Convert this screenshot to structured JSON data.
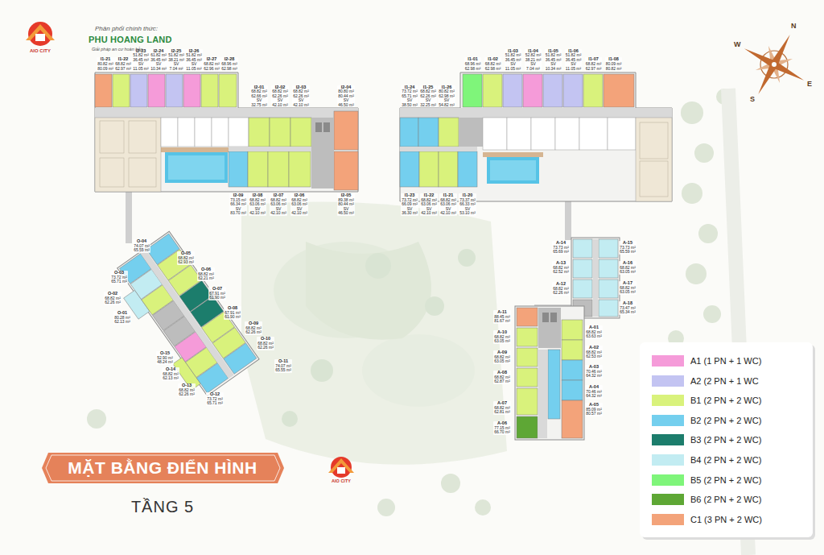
{
  "diagram": {
    "title": "MẶT BẰNG ĐIỂN HÌNH",
    "nodes": [
      {
        "text": [
          "I1-21",
          "80.82 m²",
          "80.09 m²"
        ]
      },
      {
        "text": [
          "I1-22",
          "68.82 m²",
          "62.97 m²"
        ]
      },
      {
        "text": [
          "I2-23",
          "51.82 m²",
          "36.45 m²",
          "SV",
          "11.05 m²"
        ]
      },
      {
        "text": [
          "I2-24",
          "61.82 m²",
          "36.45 m²",
          "SV",
          "10.34 m²"
        ]
      },
      {
        "text": [
          "I2-25",
          "51.82 m²",
          "38.21 m²",
          "SV",
          "7.04 m²"
        ]
      },
      {
        "text": [
          "I2-26",
          "51.82 m²",
          "36.45 m²",
          "SV",
          "11.05 m²"
        ]
      },
      {
        "text": [
          "I2-27",
          "68.82 m²",
          "62.96 m²"
        ]
      },
      {
        "text": [
          "I2-28",
          "68.96 m²",
          "62.98 m²"
        ]
      },
      {
        "text": [
          "I2-01",
          "68.82 m²",
          "62.66 m²",
          "SV",
          "32.75 m²"
        ]
      },
      {
        "text": [
          "I2-02",
          "68.82 m²",
          "62.26 m²",
          "SV",
          "42.10 m²"
        ]
      },
      {
        "text": [
          "I2-03",
          "68.82 m²",
          "62.26 m²",
          "SV",
          "42.10 m²"
        ]
      },
      {
        "text": [
          "I2-04",
          "80.80 m²",
          "80.44 m²",
          "SV",
          "46.50 m²"
        ]
      },
      {
        "text": [
          "I2-09",
          "73.15 m²",
          "66.34 m²",
          "SV",
          "83.70 m²"
        ]
      },
      {
        "text": [
          "I2-08",
          "68.82 m²",
          "63.06 m²",
          "SV",
          "42.10 m²"
        ]
      },
      {
        "text": [
          "I2-07",
          "68.82 m²",
          "63.06 m²",
          "SV",
          "42.10 m²"
        ]
      },
      {
        "text": [
          "I2-06",
          "68.82 m²",
          "63.06 m²",
          "SV",
          "42.10 m²"
        ]
      },
      {
        "text": [
          "I2-05",
          "89.38 m²",
          "80.44 m²",
          "SV",
          "46.50 m²"
        ]
      },
      {
        "text": [
          "I1-24",
          "73.72 m²",
          "65.71 m²",
          "SV",
          "38.50 m²"
        ]
      },
      {
        "text": [
          "I1-25",
          "68.82 m²",
          "62.26 m²",
          "SV",
          "32.25 m²"
        ]
      },
      {
        "text": [
          "I1-26",
          "80.82 m²",
          "62.98 m²",
          "SV",
          "54.82 m²"
        ]
      },
      {
        "text": [
          "I1-01",
          "68.96 m²",
          "62.98 m²"
        ]
      },
      {
        "text": [
          "I1-02",
          "68.82 m²",
          "62.98 m²"
        ]
      },
      {
        "text": [
          "I1-03",
          "51.82 m²",
          "36.45 m²",
          "SV",
          "11.05 m²"
        ]
      },
      {
        "text": [
          "I1-04",
          "52.82 m²",
          "38.21 m²",
          "SV",
          "7.04 m²"
        ]
      },
      {
        "text": [
          "I1-05",
          "51.82 m²",
          "36.45 m²",
          "SV",
          "10.34 m²"
        ]
      },
      {
        "text": [
          "I1-06",
          "51.82 m²",
          "36.45 m²",
          "SV",
          "11.05 m²"
        ]
      },
      {
        "text": [
          "I1-07",
          "68.82 m²",
          "62.97 m²"
        ]
      },
      {
        "text": [
          "I1-08",
          "80.09 m²",
          "80.82 m²"
        ]
      },
      {
        "text": [
          "I1-23",
          "73.72 m²",
          "66.09 m²",
          "SV",
          "36.30 m²"
        ]
      },
      {
        "text": [
          "I1-22",
          "68.82 m²",
          "63.06 m²",
          "SV",
          "42.10 m²"
        ]
      },
      {
        "text": [
          "I1-21",
          "68.82 m²",
          "63.06 m²",
          "SV",
          "42.10 m²"
        ]
      },
      {
        "text": [
          "I1-20",
          "73.37 m²",
          "66.33 m²",
          "SV",
          "53.10 m²"
        ]
      },
      {
        "text": [
          "O-04",
          "74.07 m²",
          "65.55 m²"
        ]
      },
      {
        "text": [
          "O-05",
          "68.82 m²",
          "62.93 m²"
        ]
      },
      {
        "text": [
          "O-03",
          "73.72 m²",
          "65.71 m²"
        ]
      },
      {
        "text": [
          "O-06",
          "68.82 m²",
          "62.21 m²"
        ]
      },
      {
        "text": [
          "O-07",
          "67.91 m²",
          "61.90 m²"
        ]
      },
      {
        "text": [
          "O-02",
          "68.82 m²",
          "62.26 m²"
        ]
      },
      {
        "text": [
          "O-08",
          "67.91 m²",
          "61.90 m²"
        ]
      },
      {
        "text": [
          "O-01",
          "80.28 m²",
          "62.13 m²"
        ]
      },
      {
        "text": [
          "O-09",
          "68.82 m²",
          "62.26 m²"
        ]
      },
      {
        "text": [
          "O-10",
          "68.82 m²",
          "62.26 m²"
        ]
      },
      {
        "text": [
          "O-15",
          "52.90 m²",
          "48.24 m²"
        ]
      },
      {
        "text": [
          "O-11",
          "74.07 m²",
          "65.55 m²"
        ]
      },
      {
        "text": [
          "O-14",
          "68.82 m²",
          "62.13 m²"
        ]
      },
      {
        "text": [
          "O-13",
          "68.82 m²",
          "62.26 m²"
        ]
      },
      {
        "text": [
          "O-12",
          "73.72 m²",
          "65.71 m²"
        ]
      },
      {
        "text": [
          "A-14",
          "73.73 m²",
          "65.69 m²"
        ]
      },
      {
        "text": [
          "A-15",
          "73.73 m²",
          "65.59 m²"
        ]
      },
      {
        "text": [
          "A-13",
          "68.82 m²",
          "62.52 m²"
        ]
      },
      {
        "text": [
          "A-16",
          "68.82 m²",
          "63.05 m²"
        ]
      },
      {
        "text": [
          "A-12",
          "68.82 m²",
          "62.26 m²"
        ]
      },
      {
        "text": [
          "A-17",
          "68.82 m²",
          "63.05 m²"
        ]
      },
      {
        "text": [
          "A-18",
          "73.47 m²",
          "65.34 m²"
        ]
      },
      {
        "text": [
          "A-11",
          "88.45 m²",
          "81.67 m²"
        ]
      },
      {
        "text": [
          "A-01",
          "68.82 m²",
          "63.63 m²"
        ]
      },
      {
        "text": [
          "A-10",
          "68.82 m²",
          "63.05 m²"
        ]
      },
      {
        "text": [
          "A-02",
          "68.82 m²",
          "62.53 m²"
        ]
      },
      {
        "text": [
          "A-09",
          "68.82 m²",
          "63.05 m²"
        ]
      },
      {
        "text": [
          "A-03",
          "70.46 m²",
          "64.32 m²"
        ]
      },
      {
        "text": [
          "A-08",
          "68.82 m²",
          "62.87 m²"
        ]
      },
      {
        "text": [
          "A-04",
          "70.46 m²",
          "64.32 m²"
        ]
      },
      {
        "text": [
          "A-07",
          "68.82 m²",
          "62.81 m²"
        ]
      },
      {
        "text": [
          "A-05",
          "85.09 m²",
          "80.57 m²"
        ]
      },
      {
        "text": [
          "A-06",
          "77.15 m²",
          "66.70 m²"
        ]
      }
    ],
    "labels": [
      "Phân phối chính thức:",
      "PHU HOANG LAND",
      "Giải pháp an cư hoàn hảo",
      "AIO CITY",
      "TẦNG 5",
      "AIO CITY",
      "N",
      "E",
      "S",
      "W"
    ],
    "legend": [
      {
        "text": "A1 (1 PN + 1 WC)",
        "color": "#f59bd9"
      },
      {
        "text": "A2 (2 PN + 1 WC",
        "color": "#c3c4f2"
      },
      {
        "text": "B1 (2 PN + 2 WC)",
        "color": "#d9f27c"
      },
      {
        "text": "B2 (2 PN + 2 WC)",
        "color": "#74cfee"
      },
      {
        "text": "B3 (2 PN + 2 WC)",
        "color": "#1c7d6c"
      },
      {
        "text": "B4 (2 PN + 2 WC)",
        "color": "#c2ecf2"
      },
      {
        "text": "B5 (2 PN + 2 WC)",
        "color": "#7ff57a"
      },
      {
        "text": "B6 (2 PN + 2 WC)",
        "color": "#5ea735"
      },
      {
        "text": "C1 (3 PN + 2 WC)",
        "color": "#f3a37a"
      }
    ]
  }
}
